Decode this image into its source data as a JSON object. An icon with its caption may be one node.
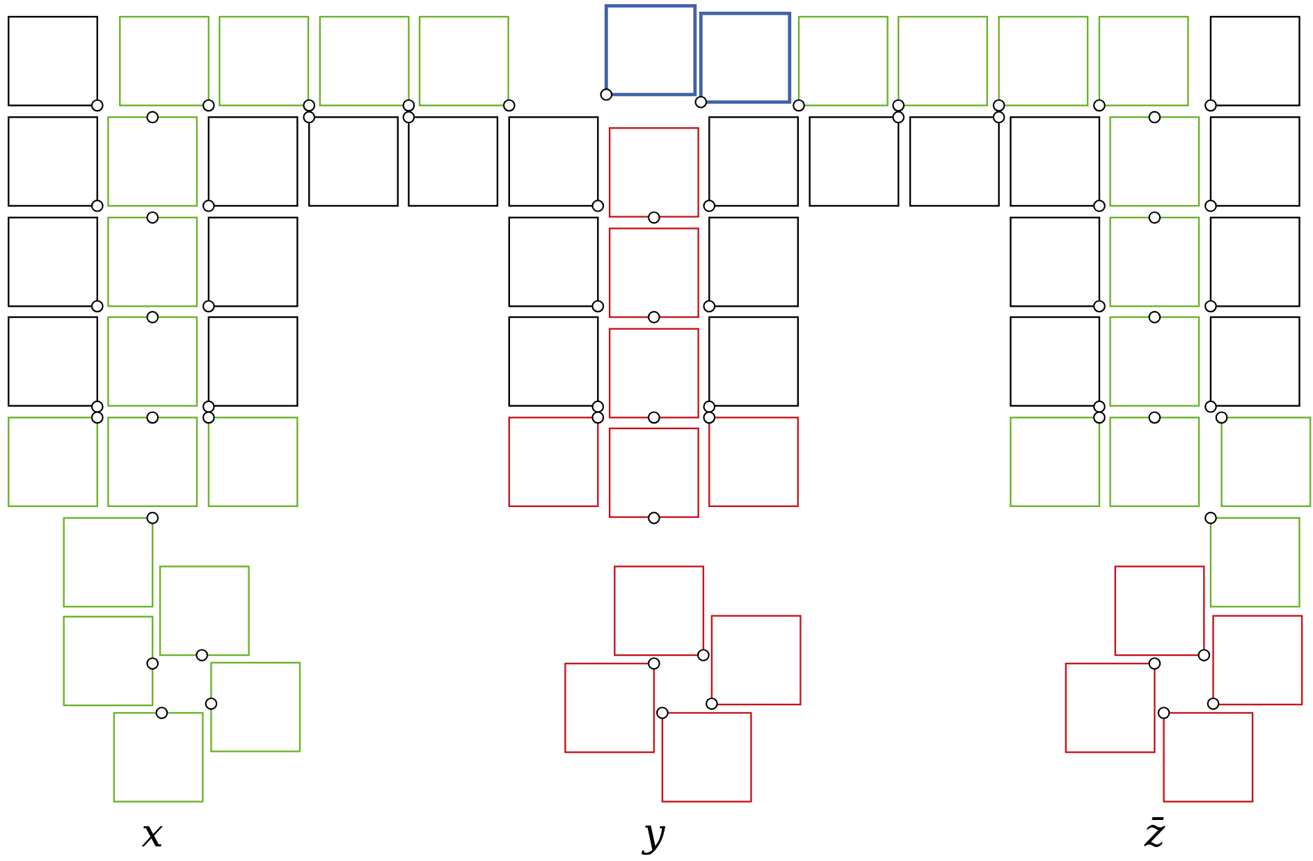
{
  "diagram": {
    "labels": [
      "x",
      "y",
      "z̄"
    ]
  }
}
